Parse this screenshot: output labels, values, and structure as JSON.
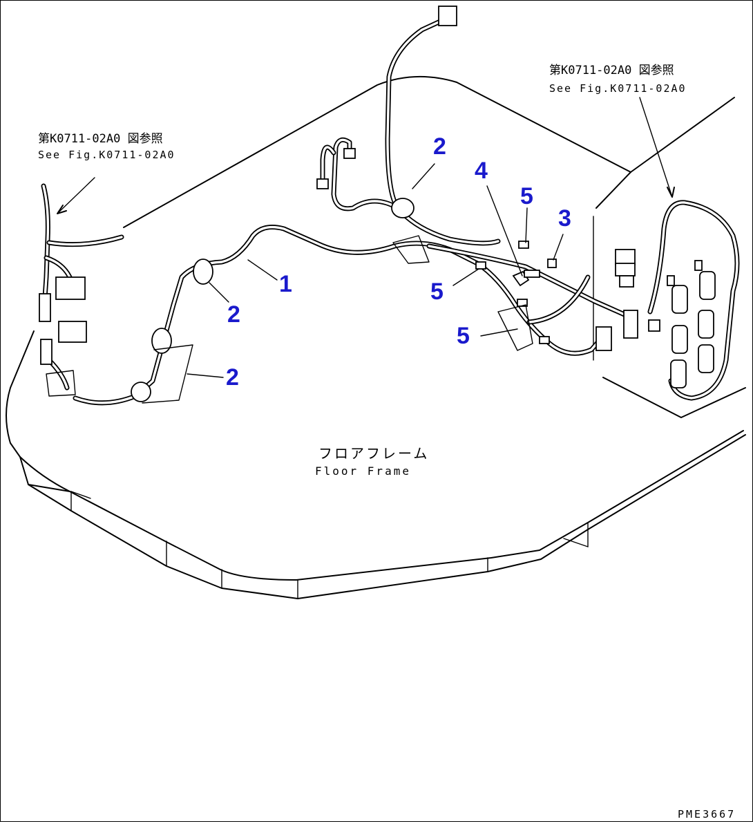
{
  "figure_code": "PME3667",
  "references": {
    "left": {
      "jp": "第K0711-02A0 図参照",
      "en": "See Fig.K0711-02A0"
    },
    "right": {
      "jp": "第K0711-02A0 図参照",
      "en": "See Fig.K0711-02A0"
    }
  },
  "floor_frame": {
    "jp": "フロアフレーム",
    "en": "Floor Frame"
  },
  "callouts": {
    "c1": "1",
    "c2_top": "2",
    "c2_mid": "2",
    "c2_low": "2",
    "c3": "3",
    "c4": "4",
    "c5_top": "5",
    "c5_mid": "5",
    "c5_low": "5"
  },
  "colors": {
    "callout": "#1a1acc",
    "line": "#000000",
    "background": "#ffffff"
  }
}
